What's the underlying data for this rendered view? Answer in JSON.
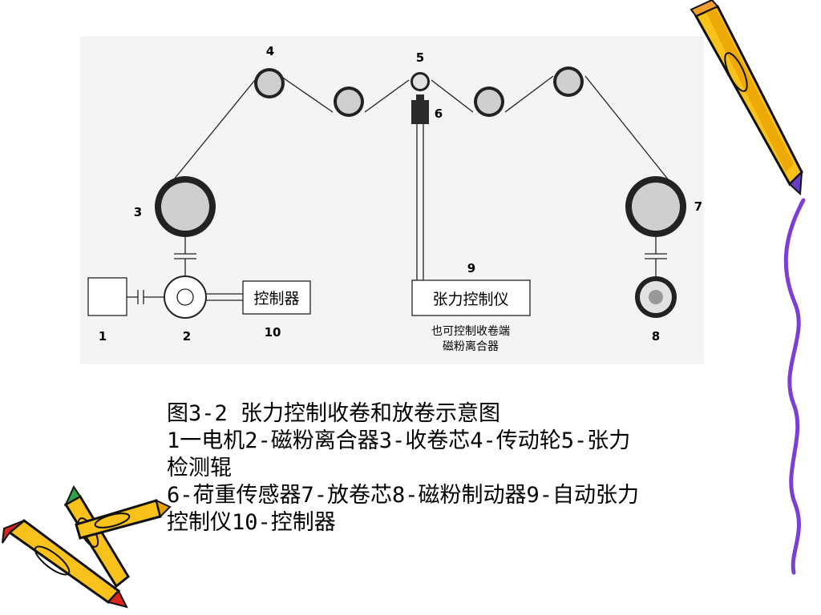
{
  "diagram": {
    "part_numbers": {
      "n1": "1",
      "n2": "2",
      "n3": "3",
      "n4": "4",
      "n5": "5",
      "n6": "6",
      "n7": "7",
      "n8": "8",
      "n9": "9",
      "n10": "10"
    },
    "controller_label": "控制器",
    "tension_controller_label": "张力控制仪",
    "note_line1": "也可控制收卷端",
    "note_line2": "磁粉离合器"
  },
  "caption": {
    "line1": "图3-2 张力控制收卷和放卷示意图",
    "line2": "1一电机2-磁粉离合器3-收卷芯4-传动轮5-张力",
    "line3": "检测辊",
    "line4": "6-荷重传感器7-放卷芯8-磁粉制动器9-自动张力",
    "line5": "控制仪10-控制器"
  }
}
